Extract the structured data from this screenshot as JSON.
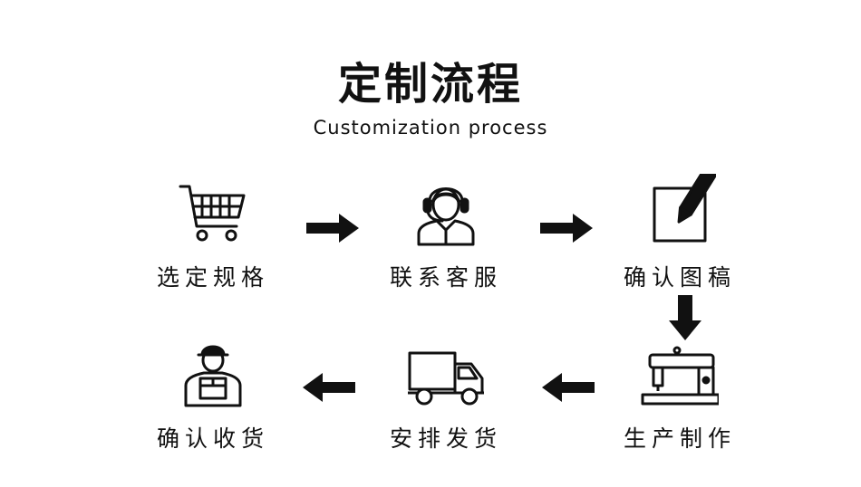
{
  "title": "定制流程",
  "subtitle": "Customization process",
  "steps": [
    {
      "label": "选定规格",
      "icon": "shopping-cart-icon"
    },
    {
      "label": "联系客服",
      "icon": "customer-service-icon"
    },
    {
      "label": "确认图稿",
      "icon": "pencil-draft-icon"
    },
    {
      "label": "生产制作",
      "icon": "sewing-machine-icon"
    },
    {
      "label": "安排发货",
      "icon": "delivery-truck-icon"
    },
    {
      "label": "确认收货",
      "icon": "courier-package-icon"
    }
  ],
  "colors": {
    "ink": "#111111",
    "background": "#ffffff"
  }
}
